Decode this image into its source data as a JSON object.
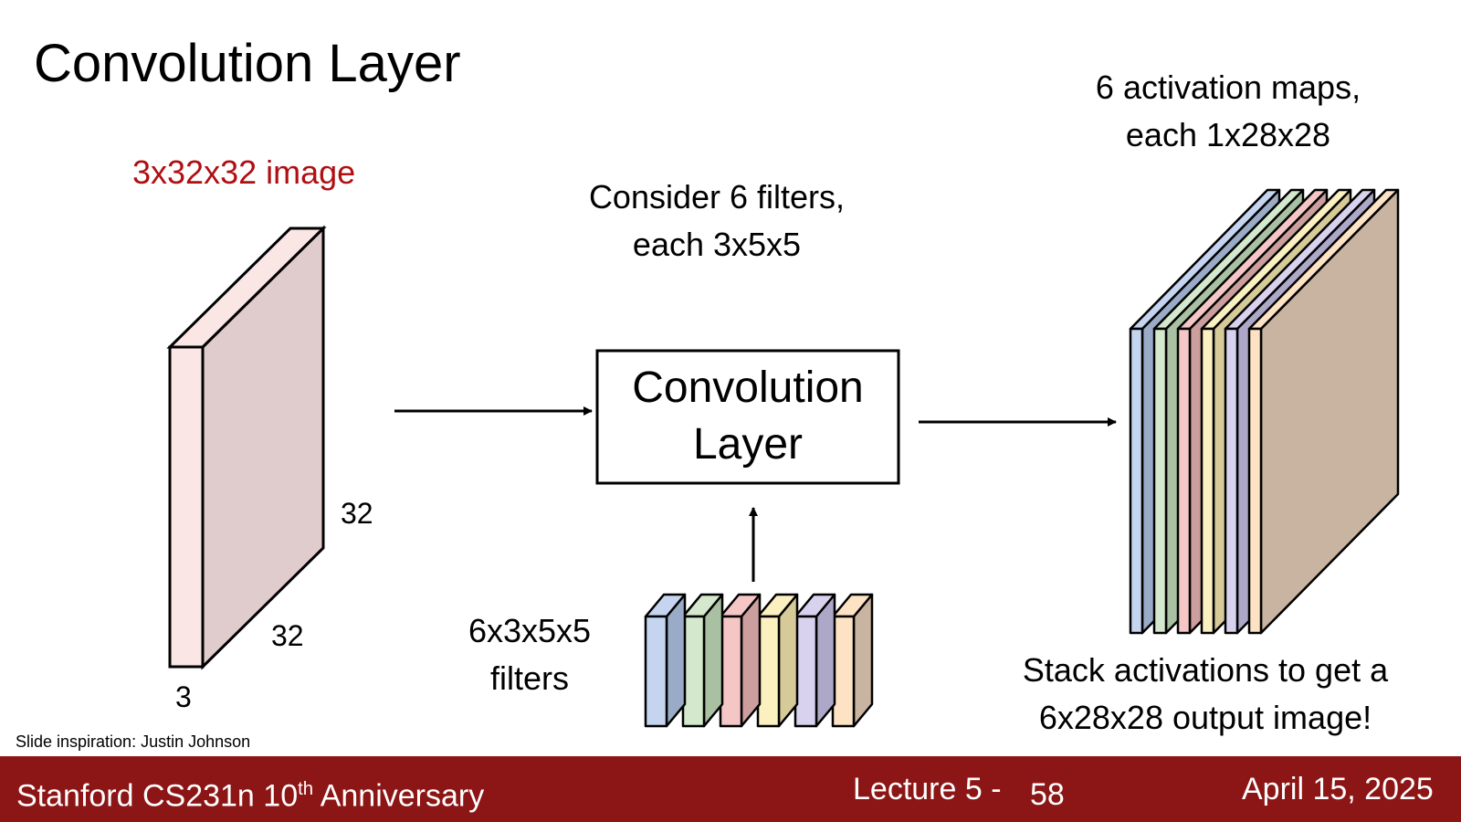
{
  "slide": {
    "title": "Convolution Layer",
    "input_label": "3x32x32 image",
    "input_dim_height": "32",
    "input_dim_width": "32",
    "input_dim_depth": "3",
    "filters_caption_line1": "Consider 6 filters,",
    "filters_caption_line2": "each 3x5x5",
    "layer_box_line1": "Convolution",
    "layer_box_line2": "Layer",
    "filter_bank_line1": "6x3x5x5",
    "filter_bank_line2": "filters",
    "output_label_line1": "6 activation maps,",
    "output_label_line2": "each 1x28x28",
    "output_caption_line1": "Stack activations to get a",
    "output_caption_line2": "6x28x28 output image!",
    "credit": "Slide inspiration: Justin Johnson"
  },
  "footer": {
    "course_prefix": "Stanford CS231n 10",
    "course_sup": "th",
    "course_suffix": " Anniversary",
    "lecture": "Lecture 5 -",
    "page": "58",
    "date": "April 15, 2025"
  },
  "colors": {
    "footer_bg": "#8c1515",
    "accent_red": "#b00f12",
    "input_front": "#fbe6e6",
    "input_side": "#e0cccc",
    "filter_palette": [
      {
        "front": "#c5d5f0",
        "side": "#9aabc8"
      },
      {
        "front": "#d3e8cc",
        "side": "#a9c0a2"
      },
      {
        "front": "#f5c6c6",
        "side": "#cd9e9e"
      },
      {
        "front": "#fbf0c0",
        "side": "#d6ca98"
      },
      {
        "front": "#d8d2ef",
        "side": "#aea8c8"
      },
      {
        "front": "#fde2c4",
        "side": "#c8b4a0"
      }
    ]
  }
}
